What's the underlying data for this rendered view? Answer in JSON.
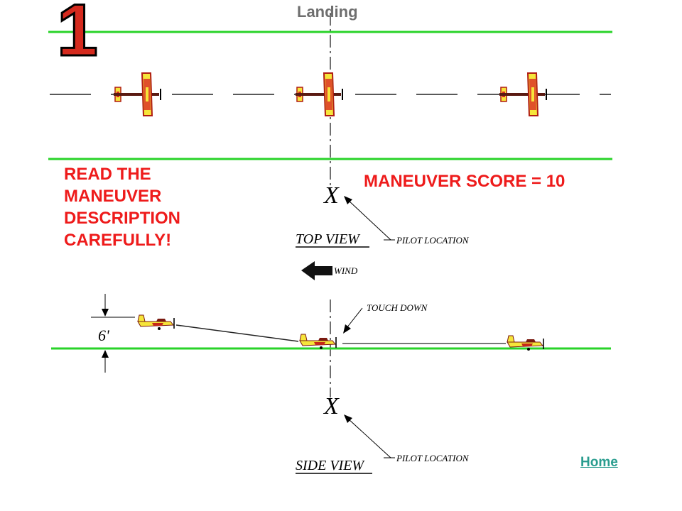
{
  "title": "Landing",
  "maneuver_number": "1",
  "warning_text": [
    "READ THE",
    "MANEUVER",
    "DESCRIPTION",
    "CAREFULLY!"
  ],
  "score_text": "MANEUVER SCORE = 10",
  "home_link": "Home",
  "top_view": {
    "pilot_marker": "X",
    "pilot_location_label": "PILOT LOCATION",
    "view_label": "TOP VIEW",
    "wind_label": "WIND"
  },
  "side_view": {
    "touch_down_label": "TOUCH DOWN",
    "height_label": "6'",
    "pilot_marker": "X",
    "pilot_location_label": "PILOT LOCATION",
    "view_label": "SIDE VIEW"
  },
  "colors": {
    "runway_line": "#29d329",
    "warning_red": "#ee1b1b",
    "number_red": "#d52a1e",
    "title_gray": "#6e6e6e",
    "link_teal": "#2a9d8f",
    "plane_yellow": "#f6e53a",
    "plane_red": "#d8281e"
  }
}
